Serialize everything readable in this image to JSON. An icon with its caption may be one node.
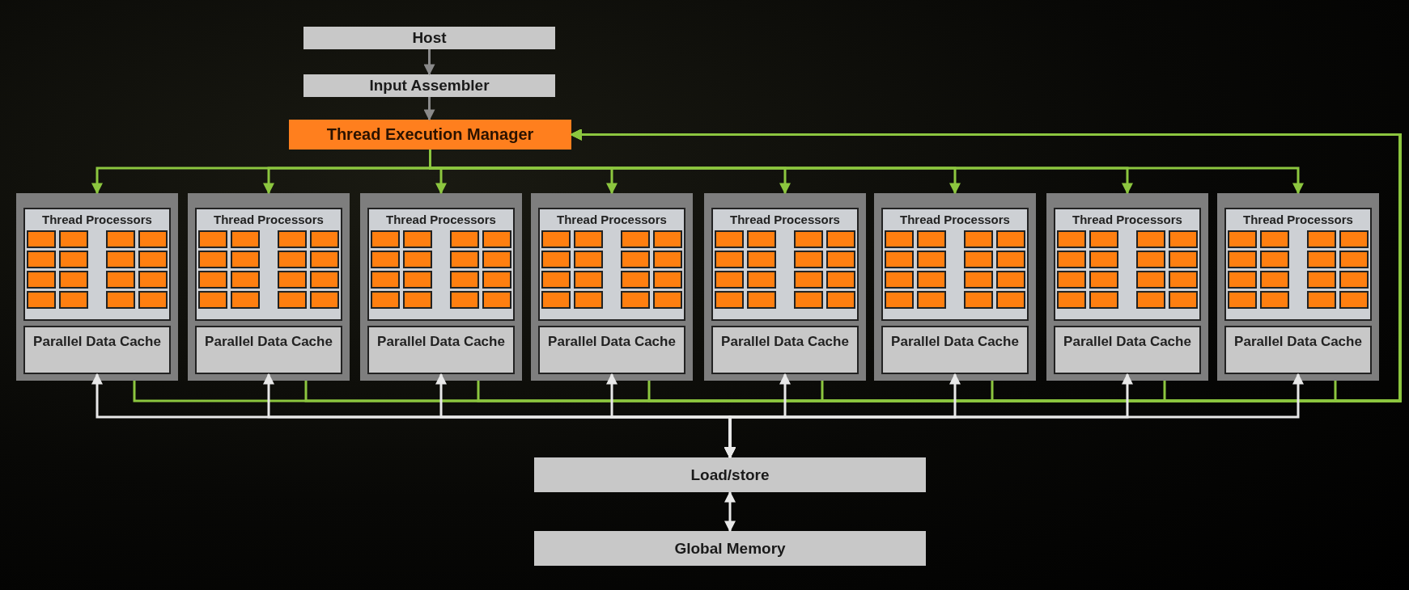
{
  "diagram": {
    "nodes": [
      {
        "text": [
          "Host"
        ]
      },
      {
        "text": [
          "Input Assembler"
        ]
      },
      {
        "text": [
          "Thread Execution Manager"
        ]
      },
      {
        "text": [],
        "shape": "box"
      },
      {
        "text": [
          "Thread Processors"
        ],
        "in": 3
      },
      {
        "text": [
          "Parallel Data Cache"
        ],
        "in": 3
      },
      {
        "text": [],
        "shape": "box"
      },
      {
        "text": [
          "Thread Processors"
        ],
        "in": 6
      },
      {
        "text": [
          "Parallel Data Cache"
        ],
        "in": 6
      },
      {
        "text": [],
        "shape": "box"
      },
      {
        "text": [
          "Thread Processors"
        ],
        "in": 9
      },
      {
        "text": [
          "Parallel Data Cache"
        ],
        "in": 9
      },
      {
        "text": [],
        "shape": "box"
      },
      {
        "text": [
          "Thread Processors"
        ],
        "in": 12
      },
      {
        "text": [
          "Parallel Data Cache"
        ],
        "in": 12
      },
      {
        "text": [],
        "shape": "box"
      },
      {
        "text": [
          "Thread Processors"
        ],
        "in": 15
      },
      {
        "text": [
          "Parallel Data Cache"
        ],
        "in": 15
      },
      {
        "text": [],
        "shape": "box"
      },
      {
        "text": [
          "Thread Processors"
        ],
        "in": 18
      },
      {
        "text": [
          "Parallel Data Cache"
        ],
        "in": 18
      },
      {
        "text": [],
        "shape": "box"
      },
      {
        "text": [
          "Thread Processors"
        ],
        "in": 21
      },
      {
        "text": [
          "Parallel Data Cache"
        ],
        "in": 21
      },
      {
        "text": [],
        "shape": "box"
      },
      {
        "text": [
          "Thread Processors"
        ],
        "in": 24
      },
      {
        "text": [
          "Parallel Data Cache"
        ],
        "in": 24
      },
      {
        "text": [
          "Load/store"
        ]
      },
      {
        "text": [
          "Global Memory"
        ]
      }
    ],
    "edges": [
      {
        "from": 0,
        "to": 1,
        "arrow": "to",
        "color": "#8a8a8a"
      },
      {
        "from": 1,
        "to": 2,
        "arrow": "to",
        "color": "#8a8a8a"
      },
      {
        "from": 2,
        "to": 3,
        "arrow": "to"
      },
      {
        "from": 2,
        "to": 6,
        "arrow": "to"
      },
      {
        "from": 2,
        "to": 9,
        "arrow": "to"
      },
      {
        "from": 2,
        "to": 12,
        "arrow": "to"
      },
      {
        "from": 2,
        "to": 15,
        "arrow": "to"
      },
      {
        "from": 2,
        "to": 18,
        "arrow": "to"
      },
      {
        "from": 2,
        "to": 21,
        "arrow": "to"
      },
      {
        "from": 2,
        "to": 24,
        "arrow": "to"
      },
      {
        "from": 3,
        "to": 2,
        "arrow": "to"
      },
      {
        "from": 6,
        "to": 2,
        "arrow": "to"
      },
      {
        "from": 9,
        "to": 2,
        "arrow": "to"
      },
      {
        "from": 12,
        "to": 2,
        "arrow": "to"
      },
      {
        "from": 15,
        "to": 2,
        "arrow": "to"
      },
      {
        "from": 18,
        "to": 2,
        "arrow": "to"
      },
      {
        "from": 21,
        "to": 2,
        "arrow": "to"
      },
      {
        "from": 24,
        "to": 2,
        "arrow": "to"
      },
      {
        "from": 27,
        "to": 5,
        "arrow": "both",
        "color": "#e8e8e8"
      },
      {
        "from": 27,
        "to": 8,
        "arrow": "both",
        "color": "#e8e8e8"
      },
      {
        "from": 27,
        "to": 11,
        "arrow": "both",
        "color": "#e8e8e8"
      },
      {
        "from": 27,
        "to": 14,
        "arrow": "both",
        "color": "#e8e8e8"
      },
      {
        "from": 27,
        "to": 17,
        "arrow": "both",
        "color": "#e8e8e8"
      },
      {
        "from": 27,
        "to": 20,
        "arrow": "both",
        "color": "#e8e8e8"
      },
      {
        "from": 27,
        "to": 23,
        "arrow": "both",
        "color": "#e8e8e8"
      },
      {
        "from": 27,
        "to": 26,
        "arrow": "both",
        "color": "#e8e8e8"
      },
      {
        "from": 27,
        "to": 28,
        "arrow": "both",
        "color": "#e8e8e8"
      }
    ]
  }
}
